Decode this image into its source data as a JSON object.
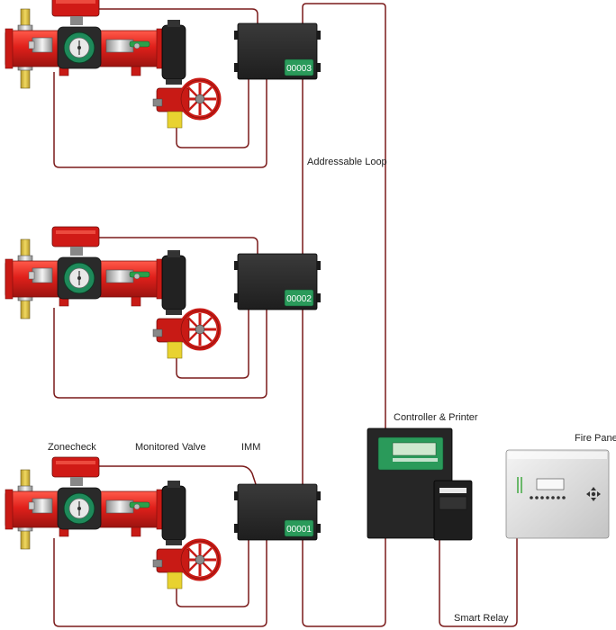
{
  "labels": {
    "zonecheck": "Zonecheck",
    "monitored_valve": "Monitored Valve",
    "imm": "IMM",
    "addressable_loop": "Addressable Loop",
    "controller_printer": "Controller & Printer",
    "fire_panel": "Fire Panel",
    "smart_relay": "Smart Relay"
  },
  "imm_modules": [
    {
      "id": "00003"
    },
    {
      "id": "00002"
    },
    {
      "id": "00001"
    }
  ],
  "colors": {
    "pipe_red": "#e0201b",
    "wire": "#7a1a1a",
    "module_dark": "#2a2a2a",
    "badge_green": "#2a9a5a",
    "panel_silver": "#d8d8d8"
  }
}
